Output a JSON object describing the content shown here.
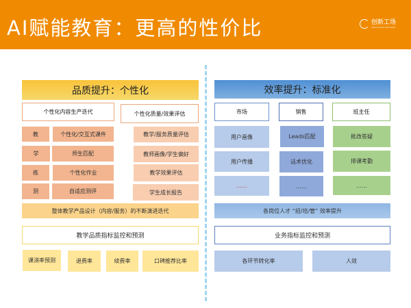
{
  "header": {
    "title": "AI赋能教育：更高的性价比",
    "logo_text": "创新工场",
    "logo_sub": "SINOVATION VENTURES"
  },
  "left": {
    "title": "品质提升：个性化",
    "col1_header": "个性化内容生产迭代",
    "col2_header": "个性化质量/效果评估",
    "rows": [
      {
        "stage": "教",
        "content": "个性化/交互式课件",
        "eval": "教学/服务质量评估"
      },
      {
        "stage": "学",
        "content": "师生匹配",
        "eval": "教师画像/学生偏好"
      },
      {
        "stage": "练",
        "content": "个性化作业",
        "eval": "教学效果评估"
      },
      {
        "stage": "测",
        "content": "自适应测评",
        "eval": "学生成长报告"
      }
    ],
    "bar": "整体教学产品设计（内容/服务）的不断演进迭代",
    "monitor": "教学品质指标监控和预测",
    "metrics": [
      "课消率预测",
      "退费率",
      "续费率",
      "口碑推荐比率"
    ]
  },
  "right": {
    "title": "效率提升：标准化",
    "columns": [
      {
        "header": "市场",
        "items": [
          "用户画像",
          "用户传播",
          "……"
        ]
      },
      {
        "header": "销售",
        "items": [
          "Leads匹配",
          "话术优化",
          "……"
        ]
      },
      {
        "header": "班主任",
        "items": [
          "批改答疑",
          "排课考勤",
          "……"
        ]
      }
    ],
    "bar": "各岗位人才 “招/培/管” 效率提升",
    "monitor": "业务指标监控和预测",
    "metrics": [
      "各环节转化率",
      "人效"
    ]
  },
  "colors": {
    "header": "#f08a00",
    "left_accent": "#f9c33a",
    "right_accent": "#4f8fd4"
  }
}
